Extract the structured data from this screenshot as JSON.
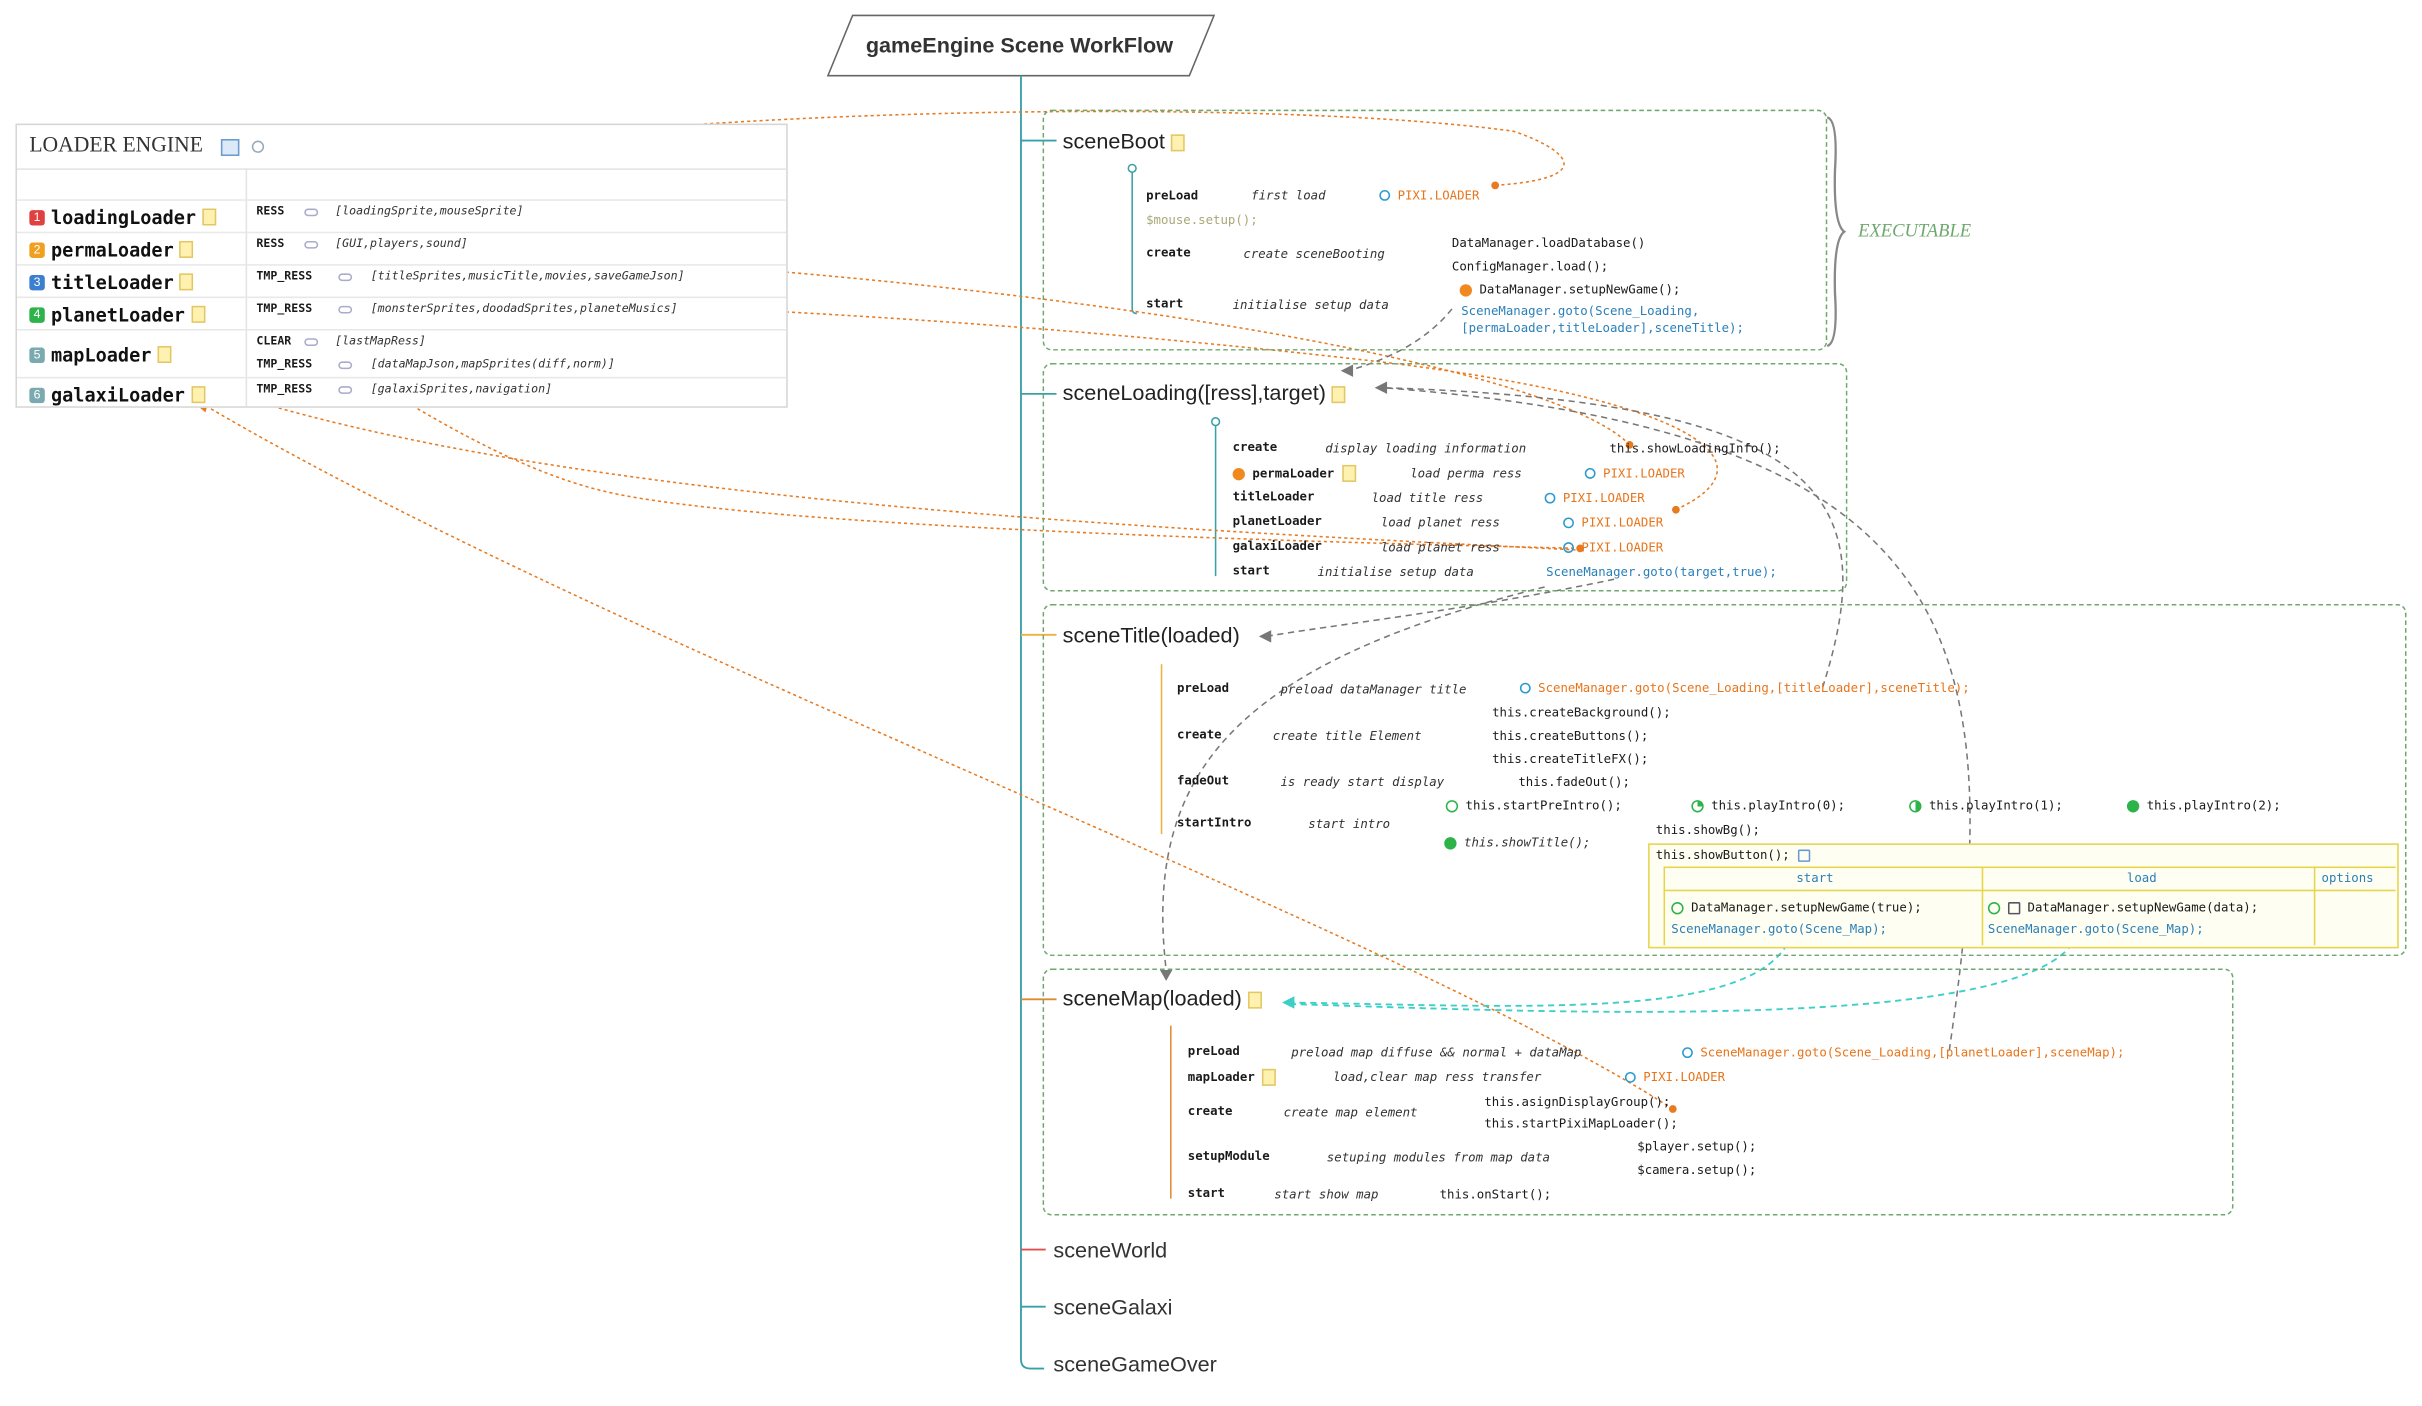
{
  "title": "gameEngine Scene WorkFlow",
  "executable_label": "EXECUTABLE",
  "loader_engine": {
    "title": "LOADER ENGINE",
    "rows": [
      {
        "num": "1",
        "color": "#e04040",
        "name": "loadingLoader",
        "entries": [
          {
            "key": "RESS",
            "value": "[loadingSprite,mouseSprite]"
          }
        ]
      },
      {
        "num": "2",
        "color": "#f0a020",
        "name": "permaLoader",
        "entries": [
          {
            "key": "RESS",
            "value": "[GUI,players,sound]"
          }
        ]
      },
      {
        "num": "3",
        "color": "#3a7fd0",
        "name": "titleLoader",
        "entries": [
          {
            "key": "TMP_RESS",
            "value": "[titleSprites,musicTitle,movies,saveGameJson]"
          }
        ]
      },
      {
        "num": "4",
        "color": "#2db34a",
        "name": "planetLoader",
        "entries": [
          {
            "key": "TMP_RESS",
            "value": "[monsterSprites,doodadSprites,planeteMusics]"
          }
        ]
      },
      {
        "num": "5",
        "color": "#7aaab0",
        "name": "mapLoader",
        "entries": [
          {
            "key": "CLEAR",
            "value": "[lastMapRess]"
          },
          {
            "key": "TMP_RESS",
            "value": "[dataMapJson,mapSprites(diff,norm)]"
          }
        ]
      },
      {
        "num": "6",
        "color": "#7aaab0",
        "name": "galaxiLoader",
        "entries": [
          {
            "key": "TMP_RESS",
            "value": "[galaxiSprites,navigation]"
          }
        ]
      }
    ]
  },
  "scenes": {
    "boot": {
      "name": "sceneBoot",
      "preload": {
        "label": "preLoad",
        "desc": "first load",
        "result": "PIXI.LOADER",
        "sub": "$mouse.setup();"
      },
      "create": {
        "label": "create",
        "desc": "create sceneBooting",
        "calls": [
          "DataManager.loadDatabase()",
          "ConfigManager.load();"
        ]
      },
      "start": {
        "label": "start",
        "desc": "initialise setup data",
        "calls": [
          "DataManager.setupNewGame();",
          "SceneManager.goto(Scene_Loading,",
          "[permaLoader,titleLoader],sceneTitle);"
        ]
      }
    },
    "loading": {
      "name": "sceneLoading([ress],target)",
      "rows": [
        {
          "label": "create",
          "desc": "display loading information",
          "result": "this.showLoadingInfo();"
        },
        {
          "label": "permaLoader",
          "desc": "load perma ress",
          "result": "PIXI.LOADER"
        },
        {
          "label": "titleLoader",
          "desc": "load title ress",
          "result": "PIXI.LOADER"
        },
        {
          "label": "planetLoader",
          "desc": "load planet ress",
          "result": "PIXI.LOADER"
        },
        {
          "label": "galaxiLoader",
          "desc": "load planet ress",
          "result": "PIXI.LOADER"
        },
        {
          "label": "start",
          "desc": "initialise setup data",
          "result": "SceneManager.goto(target,true);"
        }
      ]
    },
    "title": {
      "name": "sceneTitle(loaded)",
      "preload": {
        "label": "preLoad",
        "desc": "preload dataManager title",
        "result": "SceneManager.goto(Scene_Loading,[titleLoader],sceneTitle);"
      },
      "create": {
        "label": "create",
        "desc": "create title Element",
        "calls": [
          "this.createBackground();",
          "this.createButtons();",
          "this.createTitleFX();"
        ]
      },
      "fadeout": {
        "label": "fadeOut",
        "desc": "is ready start display",
        "result": "this.fadeOut();"
      },
      "intro": {
        "label": "startIntro",
        "desc": "start intro",
        "chain": [
          "this.startPreIntro();",
          "this.playIntro(0);",
          "this.playIntro(1);",
          "this.playIntro(2);"
        ],
        "show_title": "this.showTitle();",
        "show_bg": "this.showBg();",
        "show_button": "this.showButton();",
        "buttons_table": {
          "headers": [
            "start",
            "load",
            "options"
          ],
          "start": [
            "DataManager.setupNewGame(true);",
            "SceneManager.goto(Scene_Map);"
          ],
          "load": [
            "DataManager.setupNewGame(data);",
            "SceneManager.goto(Scene_Map);"
          ]
        }
      }
    },
    "map": {
      "name": "sceneMap(loaded)",
      "preload": {
        "label": "preLoad",
        "desc": "preload map diffuse && normal + dataMap",
        "result": "SceneManager.goto(Scene_Loading,[planetLoader],sceneMap);"
      },
      "maploader": {
        "label": "mapLoader",
        "desc": "load,clear map ress transfer",
        "result": "PIXI.LOADER"
      },
      "create": {
        "label": "create",
        "desc": "create map element",
        "calls": [
          "this.asignDisplayGroup();",
          "this.startPixiMapLoader();"
        ]
      },
      "setup": {
        "label": "setupModule",
        "desc": "setuping modules from map data",
        "calls": [
          "$player.setup();",
          "$camera.setup();"
        ]
      },
      "start": {
        "label": "start",
        "desc": "start show map",
        "result": "this.onStart();"
      }
    },
    "world": "sceneWorld",
    "galaxi": "sceneGalaxi",
    "gameover": "sceneGameOver"
  },
  "colors": {
    "trunk": "#3aa0a8",
    "orange_link": "#e87a20",
    "gray_link": "#777777",
    "cyan_link": "#3ccfc8",
    "box": "#6fa86f"
  }
}
